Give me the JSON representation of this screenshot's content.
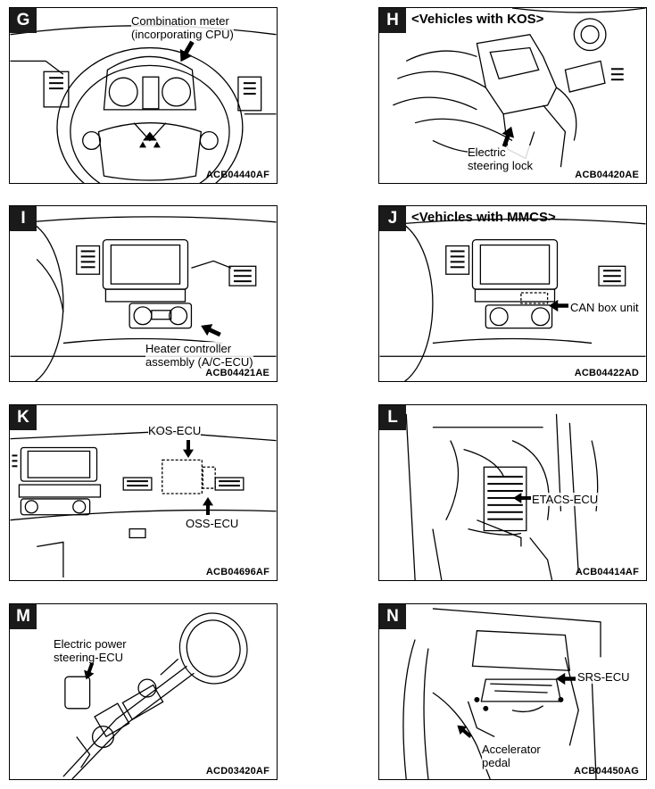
{
  "panels": {
    "G": {
      "letter": "G",
      "code": "ACB04440AF",
      "label_line1": "Combination meter",
      "label_line2": "(incorporating CPU)"
    },
    "H": {
      "letter": "H",
      "code": "ACB04420AE",
      "title": "<Vehicles with KOS>",
      "label_line1": "Electric",
      "label_line2": "steering lock"
    },
    "I": {
      "letter": "I",
      "code": "ACB04421AE",
      "label_line1": "Heater controller",
      "label_line2": "assembly (A/C-ECU)"
    },
    "J": {
      "letter": "J",
      "code": "ACB04422AD",
      "title": "<Vehicles with MMCS>",
      "label_line1": "CAN box unit"
    },
    "K": {
      "letter": "K",
      "code": "ACB04696AF",
      "label_line1": "KOS-ECU",
      "label_line2": "OSS-ECU"
    },
    "L": {
      "letter": "L",
      "code": "ACB04414AF",
      "label_line1": "ETACS-ECU"
    },
    "M": {
      "letter": "M",
      "code": "ACD03420AF",
      "label_line1": "Electric power",
      "label_line2": "steering-ECU"
    },
    "N": {
      "letter": "N",
      "code": "ACB04450AG",
      "label_line1": "SRS-ECU",
      "label_line2": "Accelerator",
      "label_line3": "pedal"
    }
  },
  "icons": {
    "arrow": "callout-arrow-icon"
  }
}
